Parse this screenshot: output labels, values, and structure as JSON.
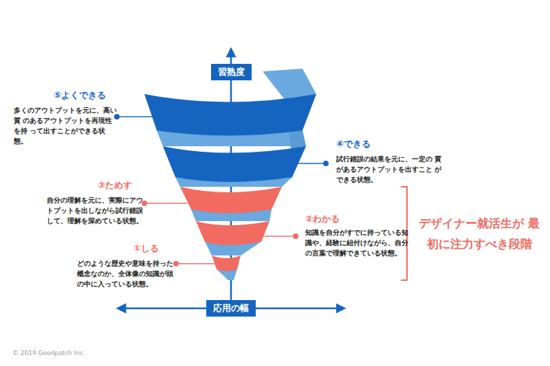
{
  "diagram": {
    "nodes": [
      {
        "text": [
          "習熟度"
        ]
      },
      {
        "text": [
          "応用の幅"
        ]
      }
    ],
    "labels": [
      "⑤よくできる",
      "多くのアウトプットを元に、高い質 のあるアウトプットを再現性を持 って出すことができる状態。",
      "④できる",
      "試行錯誤の結果を元に、一定の 質があるアウトプットを出すこと ができる状態。",
      "③ためす",
      "自分の理解を元に、実際にアウ トプットを出しながら試行錯誤 して、理解を深めている状態。",
      "②わかる",
      "知識を自分がすでに持っている知 識や、経験に紐付けながら、自分 の言葉で理解できている状態。",
      "①しる",
      "どのような歴史や意味を持った 概念なのか、全体像の知識が頭 の中に入っている状態。",
      "デザイナー就活生が 最初に注力すべき段階",
      "© 2019 Goodpatch Inc."
    ]
  }
}
